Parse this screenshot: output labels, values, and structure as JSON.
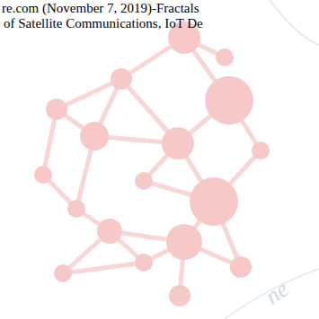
{
  "diagram": {
    "labels": [
      "re.com (November 7, 2019)-Fractals",
      "of Satellite Communications, IoT De",
      "ne"
    ]
  }
}
